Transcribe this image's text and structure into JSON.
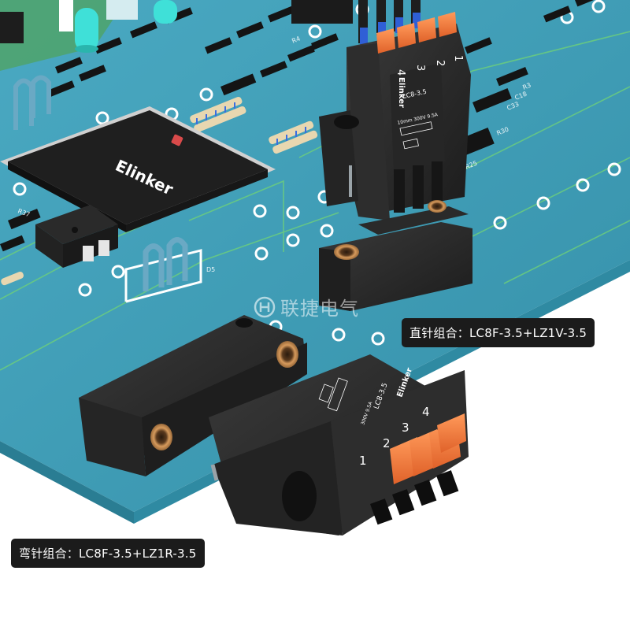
{
  "colors": {
    "pcb": "#3f9fb8",
    "pcb_dark": "#2f8298",
    "trace": "#6ed07a",
    "plastic": "#262626",
    "plastic_light": "#3a3a3a",
    "orange": "#f07a3a",
    "brass": "#c0864a",
    "caption_bg": "#1b1b1b"
  },
  "brand": {
    "name": "Elinker",
    "chip_name": "Elinker"
  },
  "watermark": {
    "text": "联捷电气"
  },
  "connector_top": {
    "model": "LC8-3.5",
    "rating": "10mm  300V 9.5A",
    "pin_numbers": [
      "4",
      "3",
      "2",
      "1"
    ]
  },
  "connector_bottom": {
    "model": "LC8-3.5",
    "rating": "300V 9.5A",
    "pin_numbers": [
      "1",
      "2",
      "3",
      "4"
    ]
  },
  "pcb_labels": [
    "D5",
    "R37",
    "R30",
    "R25",
    "C33",
    "C18",
    "R3",
    "R4"
  ],
  "captions": {
    "straight": "直针组合：LC8F-3.5+LZ1V-3.5",
    "right_angle": "弯针组合：LC8F-3.5+LZ1R-3.5"
  }
}
